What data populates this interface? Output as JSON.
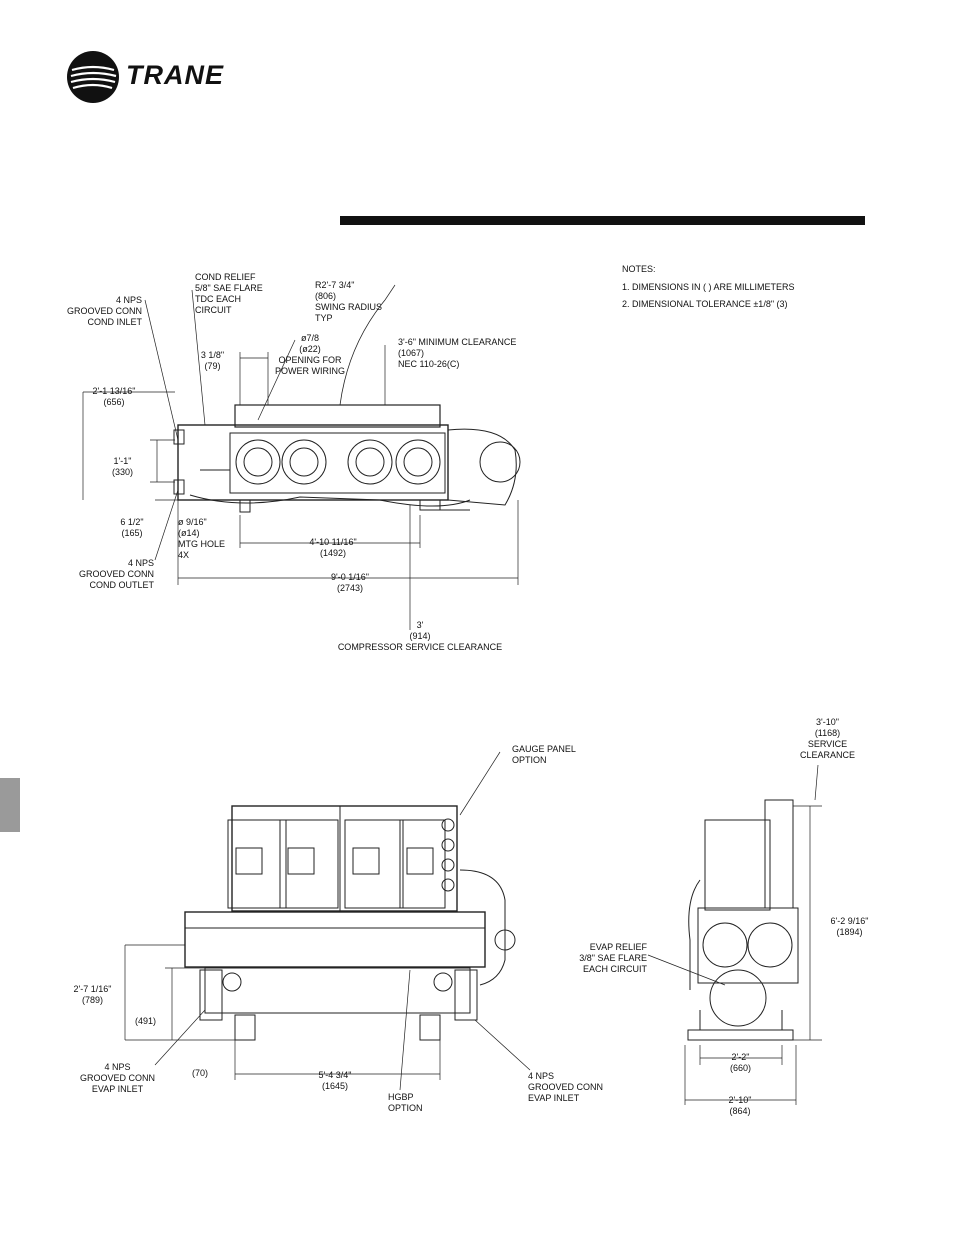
{
  "brand": {
    "name": "TRANE"
  },
  "notes": {
    "title": "NOTES:",
    "items": [
      "1. DIMENSIONS IN ( ) ARE MILLIMETERS",
      "2. DIMENSIONAL TOLERANCE ±1/8\" (3)"
    ]
  },
  "top_view": {
    "cond_inlet": "4 NPS\nGROOVED CONN\nCOND INLET",
    "cond_relief": "COND RELIEF\n5/8\" SAE FLARE\nTDC EACH\nCIRCUIT",
    "swing": "R2'-7 3/4\"\n(806)\nSWING RADIUS\nTYP",
    "wiring": "ø7/8\n(ø22)\nOPENING FOR\nPOWER WIRING",
    "clearance_top": "3'-6\" MINIMUM CLEARANCE\n(1067)\nNEC 110-26(C)",
    "dim_3_1_8": "3 1/8\"\n(79)",
    "dim_2_1": "2'-1 13/16\"\n(656)",
    "dim_1_1": "1'-1\"\n(330)",
    "dim_6_5": "6 1/2\"\n(165)",
    "mtg_hole": "ø 9/16\"\n(ø14)\nMTG HOLE\n4X",
    "dim_4_10": "4'-10 11/16\"\n(1492)",
    "cond_outlet": "4 NPS\nGROOVED CONN\nCOND OUTLET",
    "dim_9_0": "9'-0 1/16\"\n(2743)",
    "compressor_clearance": "3'\n(914)\nCOMPRESSOR SERVICE CLEARANCE"
  },
  "front_view": {
    "gauge_panel": "GAUGE PANEL\nOPTION",
    "dim_2_7": "2'-7 1/16\"\n(789)",
    "dim_491": "(491)",
    "evap_inlet_left": "4 NPS\nGROOVED CONN\nEVAP INLET",
    "dim_70": "(70)",
    "dim_5_4": "5'-4 3/4\"\n(1645)",
    "hgbp": "HGBP\nOPTION",
    "evap_inlet_right": "4 NPS\nGROOVED CONN\nEVAP INLET"
  },
  "side_view": {
    "service_clearance": "3'-10\"\n(1168)\nSERVICE\nCLEARANCE",
    "dim_6_2": "6'-2 9/16\"\n(1894)",
    "evap_relief": "EVAP RELIEF\n3/8\" SAE FLARE\nEACH CIRCUIT",
    "dim_2_2": "2'-2\"\n(660)",
    "dim_2_10": "2'-10\"\n(864)"
  }
}
